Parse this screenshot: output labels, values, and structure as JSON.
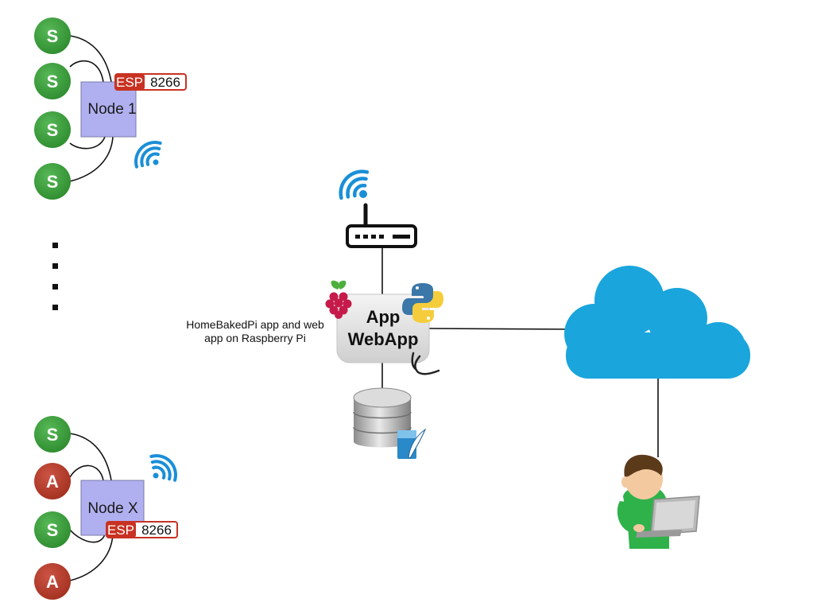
{
  "colors": {
    "sensor": "#3a9a3a",
    "actuator": "#b63a2a",
    "node_fill": "#b0b0f0",
    "esp_red": "#c83222",
    "cloud": "#1aa5dc",
    "wifi_blue": "#1a8fd8",
    "person_shirt": "#2fb24a",
    "person_hair": "#5b3a1a",
    "person_skin": "#f3c9a0"
  },
  "node1": {
    "label": "Node 1",
    "chip_brand": "ESP",
    "chip_model": "8266",
    "sensors": [
      "S",
      "S",
      "S",
      "S"
    ]
  },
  "nodeX": {
    "label": "Node X",
    "chip_brand": "ESP",
    "chip_model": "8266",
    "devices": [
      "S",
      "A",
      "S",
      "A"
    ]
  },
  "server": {
    "line1": "App",
    "line2": "WebApp",
    "caption_line1": "HomeBakedPi app and web",
    "caption_line2": "app on Raspberry Pi"
  },
  "icons": {
    "router": "wifi-router-icon",
    "raspberry": "raspberry-pi-icon",
    "python": "python-icon",
    "flask": "flask-horn-icon",
    "database": "database-icon",
    "sqlite": "sqlite-feather-icon",
    "cloud": "cloud-icon",
    "user": "user-laptop-icon",
    "wifi": "wifi-signal-icon"
  }
}
